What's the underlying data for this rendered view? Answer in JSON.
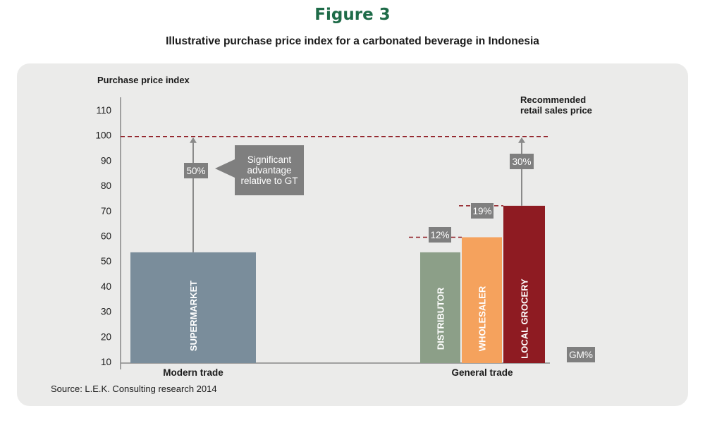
{
  "figure_label": "Figure 3",
  "source": "Source: L.E.K. Consulting research 2014",
  "chart_data": {
    "type": "bar",
    "title": "Illustrative purchase price index for a carbonated beverage in Indonesia",
    "ylabel": "Purchase price index",
    "ylim": [
      10,
      110
    ],
    "yticks": [
      10,
      20,
      30,
      40,
      50,
      60,
      70,
      80,
      90,
      100,
      110
    ],
    "groups": [
      "Modern trade",
      "General trade"
    ],
    "bars": [
      {
        "label": "SUPERMARKET",
        "group": "Modern trade",
        "value": 54,
        "color": "#7a8d9b",
        "margin_label": "50%"
      },
      {
        "label": "DISTRIBUTOR",
        "group": "General trade",
        "value": 54,
        "color": "#8c9f88",
        "margin_label": "12%"
      },
      {
        "label": "WHOLESALER",
        "group": "General trade",
        "value": 60,
        "color": "#f5a25d",
        "margin_label": "19%"
      },
      {
        "label": "LOCAL GROCERY",
        "group": "General trade",
        "value": 72.5,
        "color": "#8e1b22",
        "margin_label": "30%"
      }
    ],
    "reference_line": {
      "value": 100,
      "label": "Recommended retail sales price",
      "label_lines": [
        "Recommended",
        "retail sales price"
      ]
    },
    "callout": [
      "Significant",
      "advantage",
      "relative to GT"
    ],
    "gm_label": "GM%"
  }
}
